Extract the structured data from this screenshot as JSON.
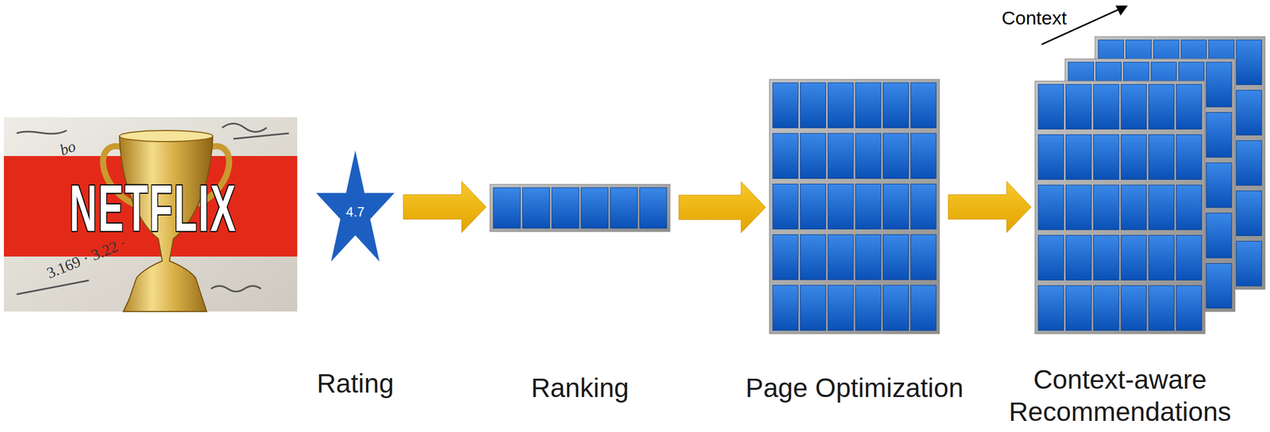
{
  "diagram": {
    "nodes": [
      {
        "text": [
          "4.7",
          "Rating"
        ]
      },
      {
        "text": [
          "Ranking"
        ]
      },
      {
        "text": [
          "Page Optimization"
        ]
      },
      {
        "text": [
          "Context-aware Recommendations"
        ]
      }
    ],
    "edges": [
      {
        "from": 0,
        "to": 1,
        "arrow": "to"
      },
      {
        "from": 1,
        "to": 2,
        "arrow": "to"
      },
      {
        "from": 2,
        "to": 3,
        "arrow": "to"
      }
    ],
    "labels": [
      "NETFLIX",
      "bo",
      "3.169 · 3.22 ·",
      "Context"
    ]
  }
}
